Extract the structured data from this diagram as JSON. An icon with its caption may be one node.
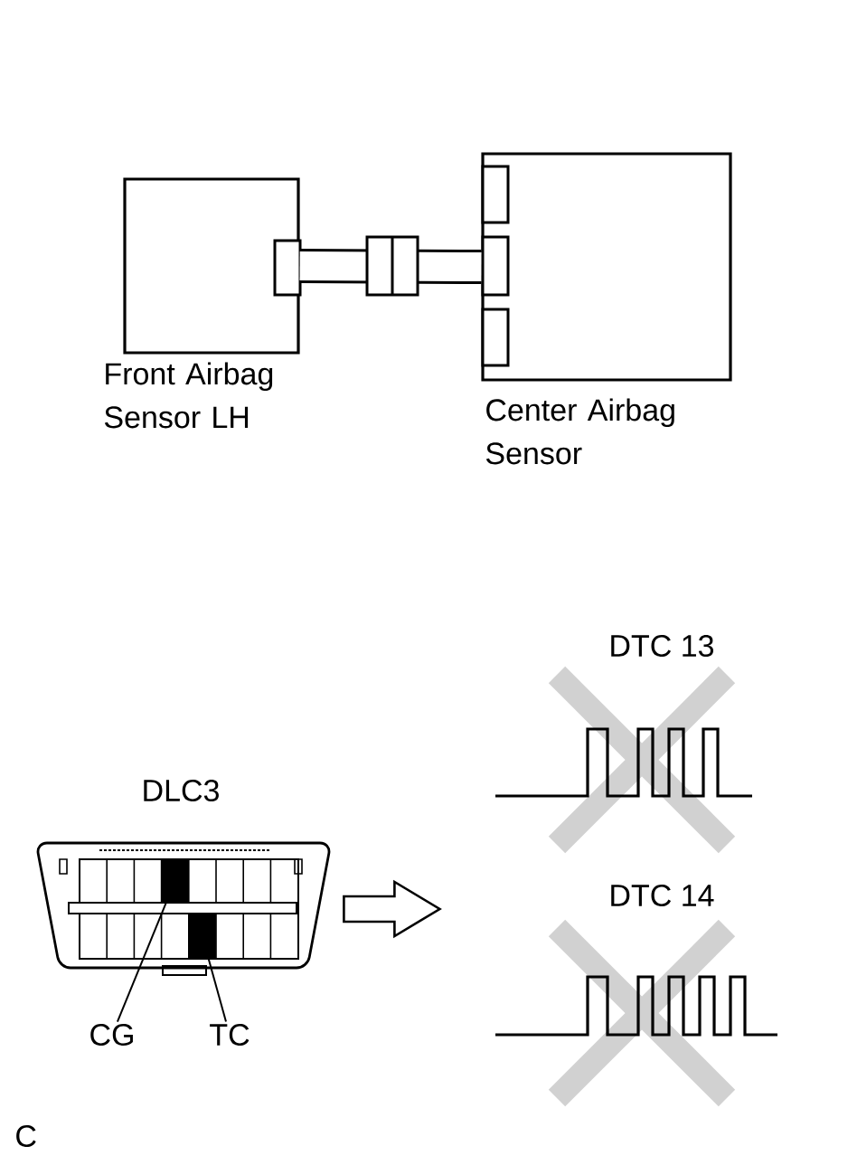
{
  "diagram": {
    "nodes": [
      {
        "text": [
          "Front Airbag Sensor LH"
        ]
      },
      {
        "text": [
          "Center Airbag Sensor"
        ]
      },
      {
        "text": [
          "DLC3"
        ]
      },
      {
        "text": [],
        "shape": "box",
        "in": 2
      },
      {
        "text": [],
        "shape": "box",
        "in": 2
      },
      {
        "text": [
          "CG"
        ]
      },
      {
        "text": [
          "TC"
        ]
      },
      {
        "text": [
          "DTC 13"
        ]
      },
      {
        "text": [
          "DTC 14"
        ]
      }
    ],
    "edges": [
      {
        "from": 0,
        "to": 1,
        "arrow": "none",
        "style": "thick"
      },
      {
        "from": 2,
        "to": null,
        "arrow": "to"
      },
      {
        "from": 5,
        "to": 3,
        "arrow": "none"
      },
      {
        "from": 6,
        "to": 4,
        "arrow": "none"
      }
    ],
    "labels": [
      "C"
    ]
  }
}
